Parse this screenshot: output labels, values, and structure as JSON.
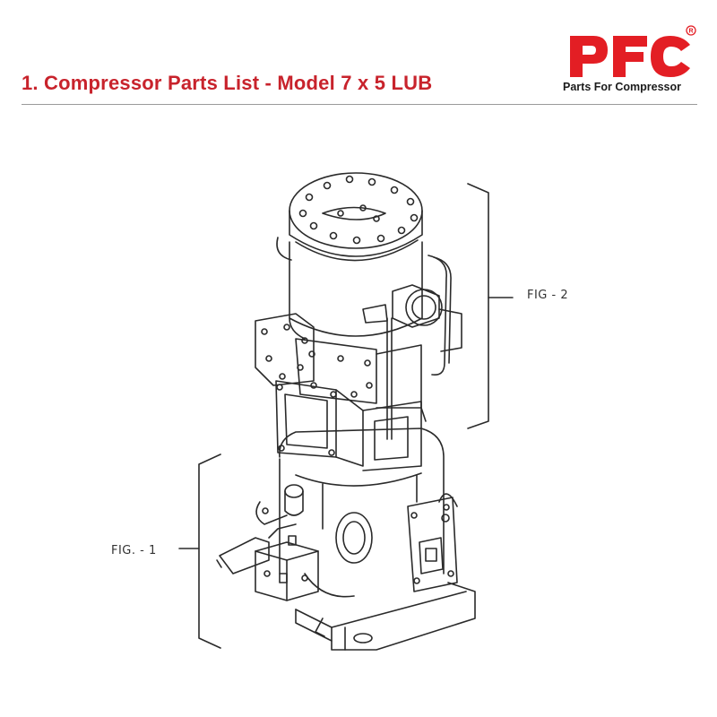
{
  "header": {
    "title": "1. Compressor Parts List - Model 7 x 5 LUB"
  },
  "logo": {
    "letters": "PFC",
    "registered_mark": "®",
    "tagline": "Parts For Compressor"
  },
  "figure": {
    "labels": [
      "FIG - 2",
      "FIG. - 1"
    ]
  },
  "colors": {
    "brand_red": "#e31e24",
    "title_red": "#c8232c",
    "rule_gray": "#9a9a9a",
    "drawing_ink": "#2a2a2a"
  }
}
